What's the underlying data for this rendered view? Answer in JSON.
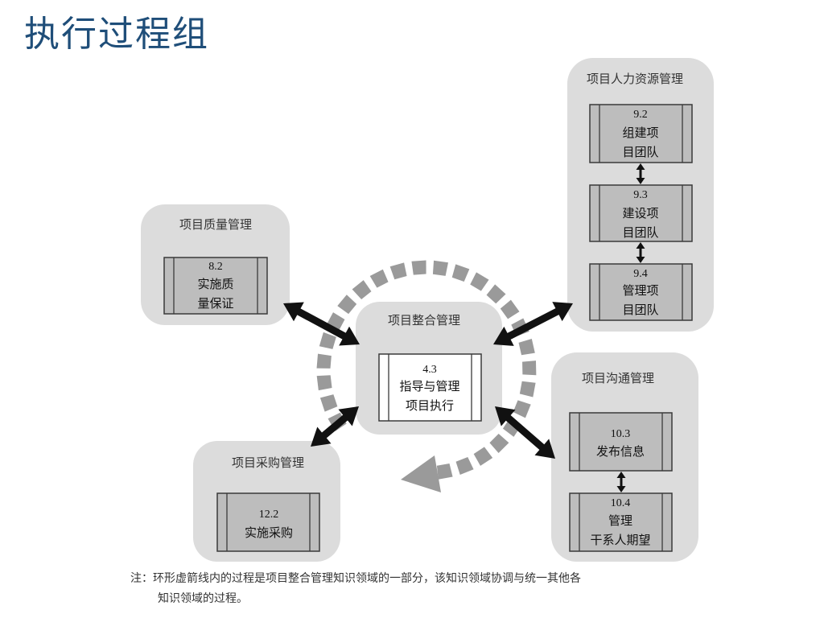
{
  "title": "执行过程组",
  "center": {
    "label": "项目整合管理",
    "process": {
      "number": "4.3",
      "line1": "指导与管理",
      "line2": "项目执行"
    }
  },
  "areas": [
    {
      "id": "quality",
      "label": "项目质量管理",
      "processes": [
        {
          "number": "8.2",
          "line1": "实施质",
          "line2": "量保证"
        }
      ]
    },
    {
      "id": "hr",
      "label": "项目人力资源管理",
      "processes": [
        {
          "number": "9.2",
          "line1": "组建项",
          "line2": "目团队"
        },
        {
          "number": "9.3",
          "line1": "建设项",
          "line2": "目团队"
        },
        {
          "number": "9.4",
          "line1": "管理项",
          "line2": "目团队"
        }
      ]
    },
    {
      "id": "comm",
      "label": "项目沟通管理",
      "processes": [
        {
          "number": "10.3",
          "line1": "发布信息",
          "line2": ""
        },
        {
          "number": "10.4",
          "line1": "管理",
          "line2": "干系人期望"
        }
      ]
    },
    {
      "id": "procurement",
      "label": "项目采购管理",
      "processes": [
        {
          "number": "12.2",
          "line1": "实施采购",
          "line2": ""
        }
      ]
    }
  ],
  "note": {
    "line1": "注：环形虚箭线内的过程是项目整合管理知识领域的一部分，该知识领域协调与统一其他各",
    "line2": "知识领域的过程。"
  },
  "colors": {
    "title": "#1f4e79",
    "area_bg": "#dcdcdc",
    "process_fill": "#bdbdbd",
    "process_border": "#3a3a3a",
    "ring_dash": "#9a9a9a",
    "arrow": "#111111"
  }
}
